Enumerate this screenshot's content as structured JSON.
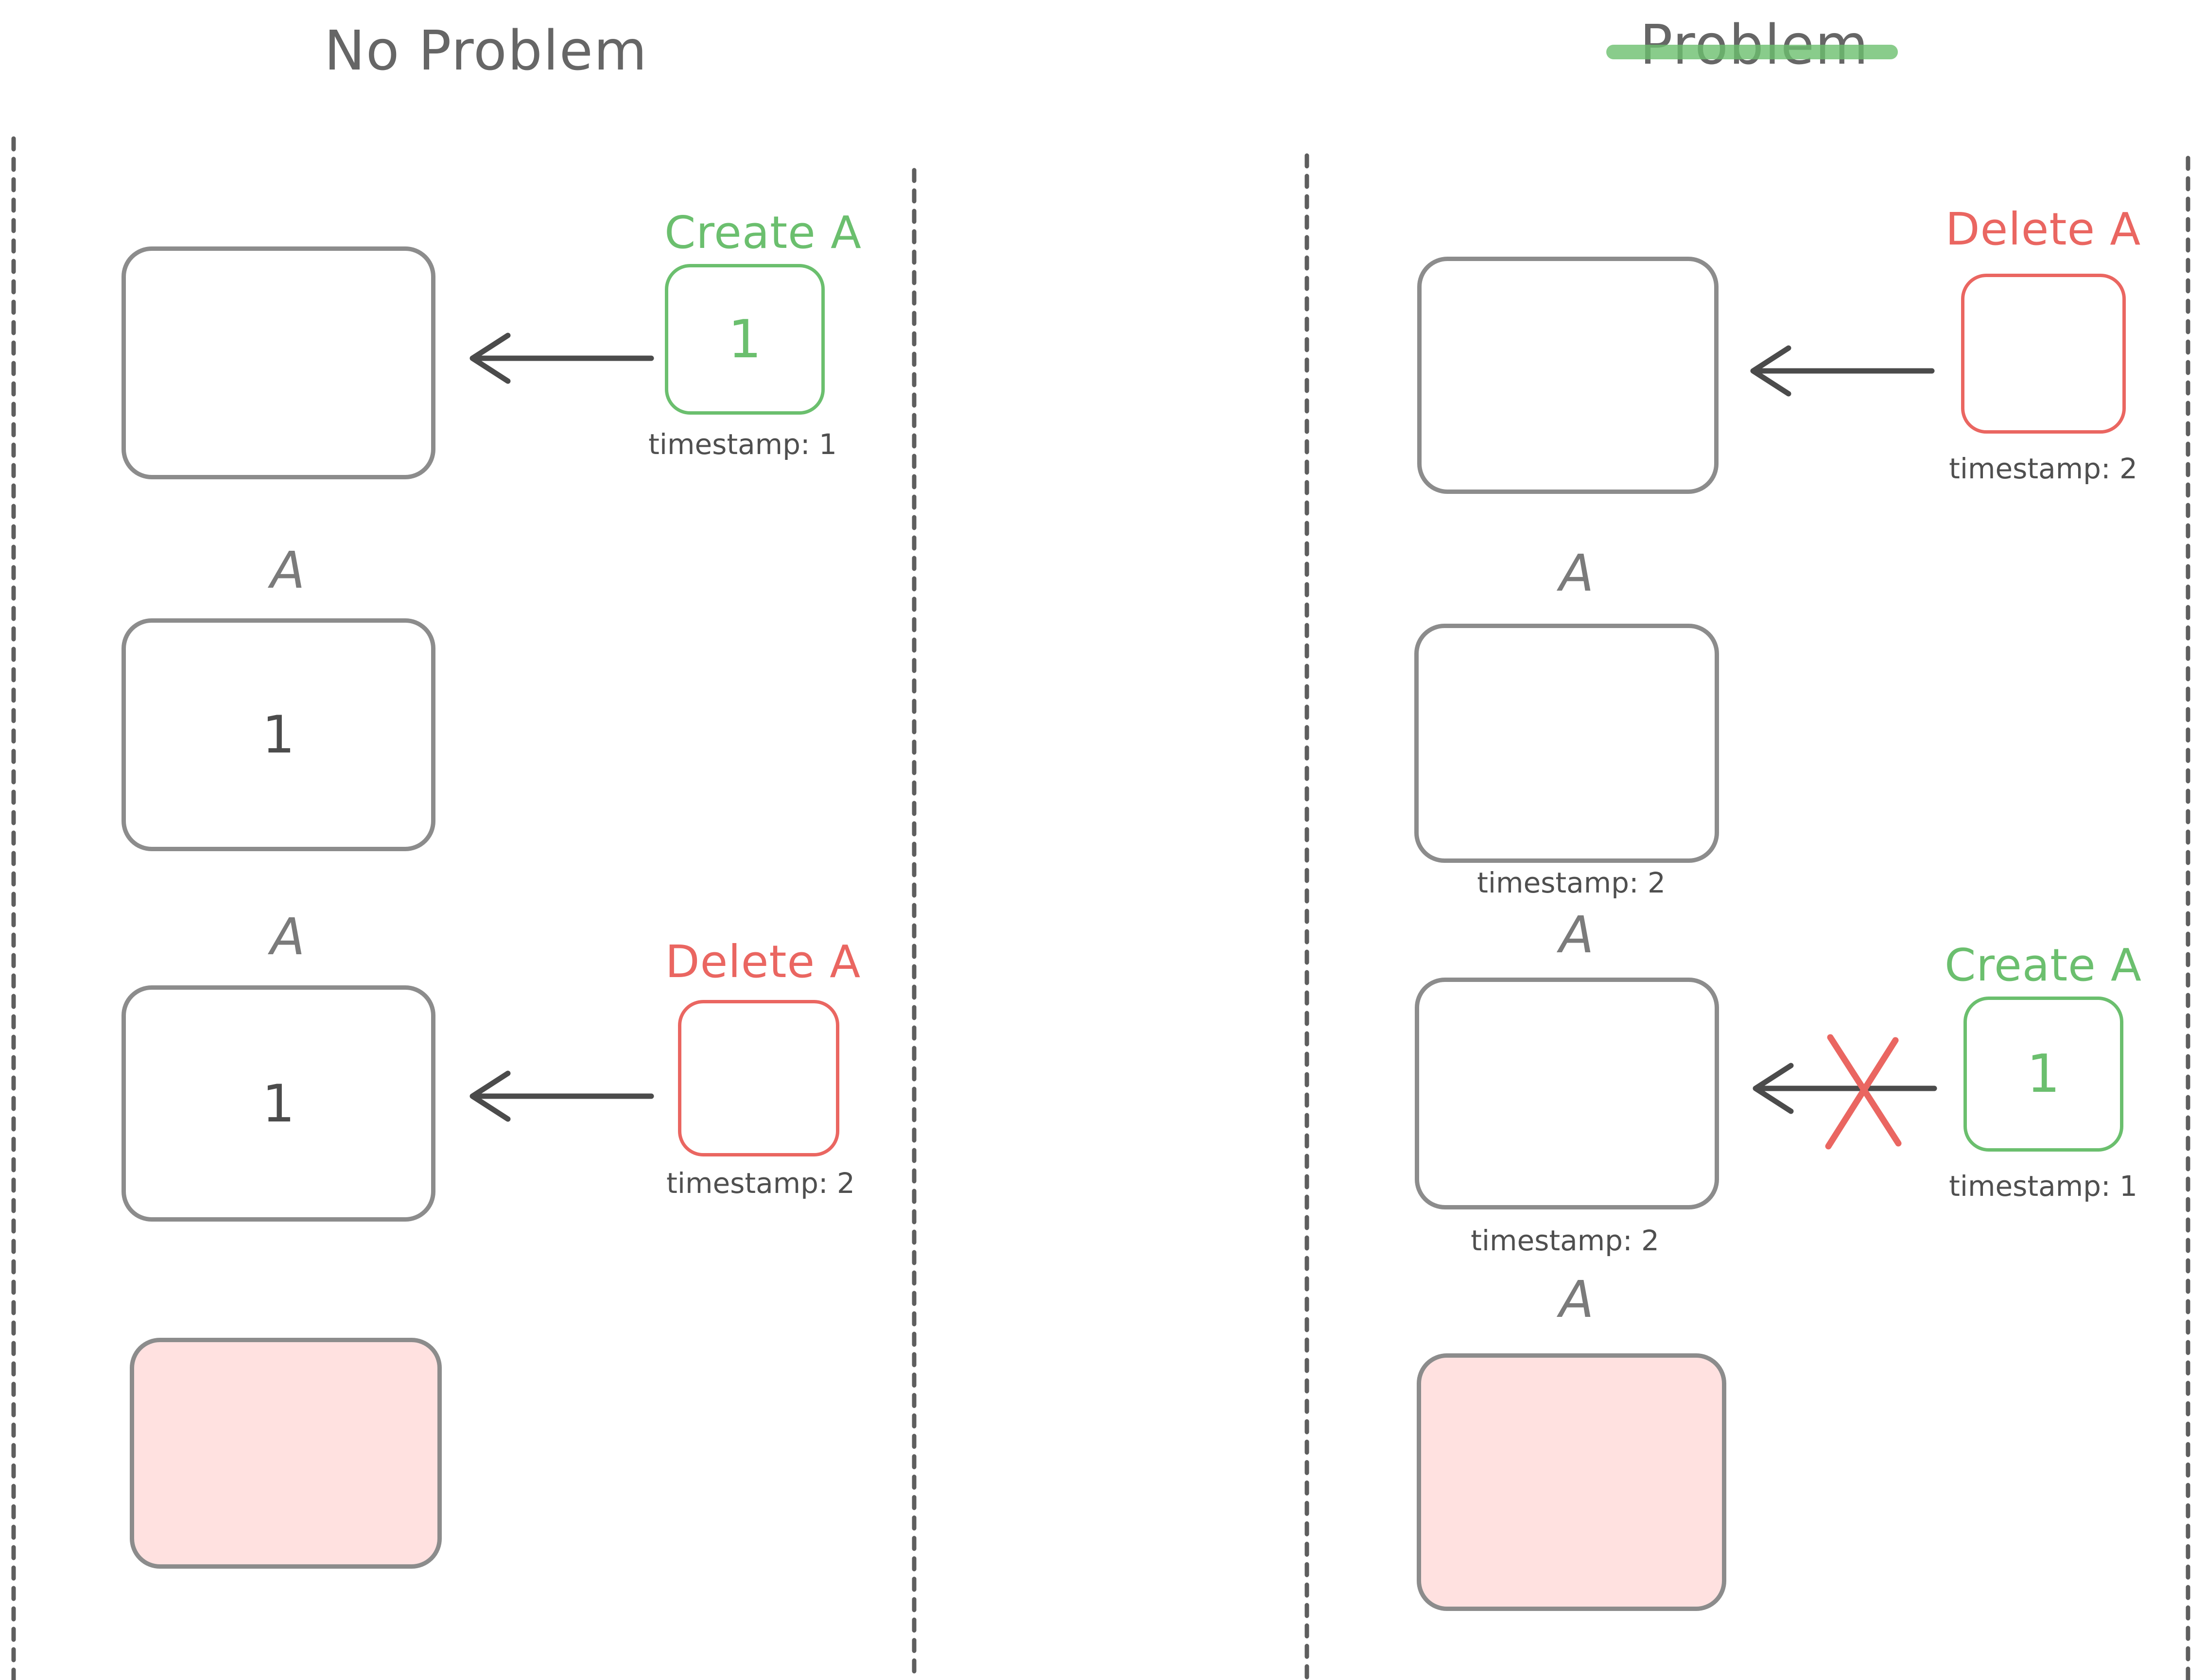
{
  "colors": {
    "stroke_gray": "#8c8c8c",
    "dash_gray": "#5e5e5e",
    "text_dark": "#4f4f4f",
    "label_gray": "#7b7b7b",
    "title_gray": "#666666",
    "green": "#6bbf6e",
    "red": "#ea6661",
    "pink_fill": "#ffe1e0",
    "arrow": "#4b4b4b"
  },
  "left_panel": {
    "title": "No Problem",
    "step1": {
      "event_title": "Create A",
      "event_value": "1",
      "event_timestamp": "timestamp: 1"
    },
    "step2": {
      "node_label": "A",
      "node_value": "1"
    },
    "step3": {
      "node_label": "A",
      "node_value": "1",
      "event_title": "Delete A",
      "event_timestamp": "timestamp: 2"
    }
  },
  "right_panel": {
    "title": "Problem",
    "step1": {
      "event_title": "Delete A",
      "event_timestamp": "timestamp: 2"
    },
    "step2": {
      "node_label": "A",
      "node_timestamp": "timestamp: 2"
    },
    "step3": {
      "node_label": "A",
      "node_timestamp": "timestamp: 2",
      "event_title": "Create A",
      "event_value": "1",
      "event_timestamp": "timestamp: 1"
    },
    "step4": {
      "node_label": "A"
    }
  }
}
